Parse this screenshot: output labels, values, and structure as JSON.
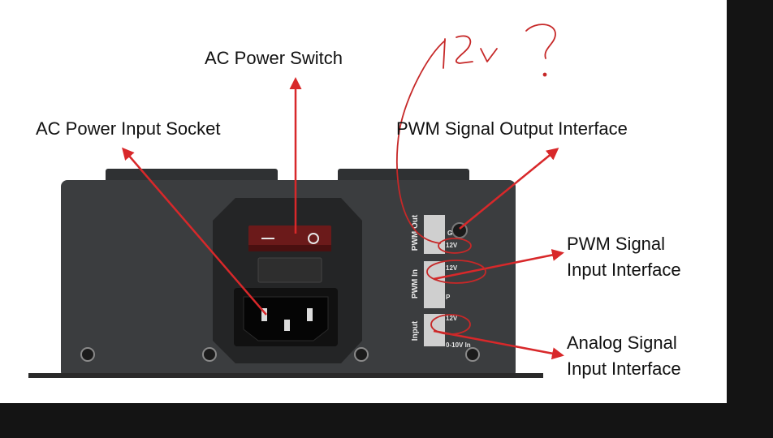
{
  "labels": {
    "ac_power_switch": "AC Power Switch",
    "ac_power_input_socket": "AC Power Input Socket",
    "pwm_signal_output_interface": "PWM Signal Output Interface",
    "pwm_signal_input_interface": [
      "PWM Signal",
      "Input Interface"
    ],
    "analog_signal_input_interface": [
      "Analog Signal",
      "Input Interface"
    ]
  },
  "device_text": {
    "pwm_out": "PWM Out",
    "pwm_in": "PWM In",
    "input": "Input",
    "pin_12v_out": "12V",
    "pin_12v_in": "12V",
    "pin_12v_analog": "12V",
    "pin_g": "G",
    "pin_p": "P",
    "pin_0_10v": "0-10V In"
  },
  "handwriting": {
    "text": "12v ?"
  },
  "colors": {
    "arrow": "#d8282a",
    "annotation_ink": "#c62828",
    "device_body": "#3b3d3f"
  }
}
